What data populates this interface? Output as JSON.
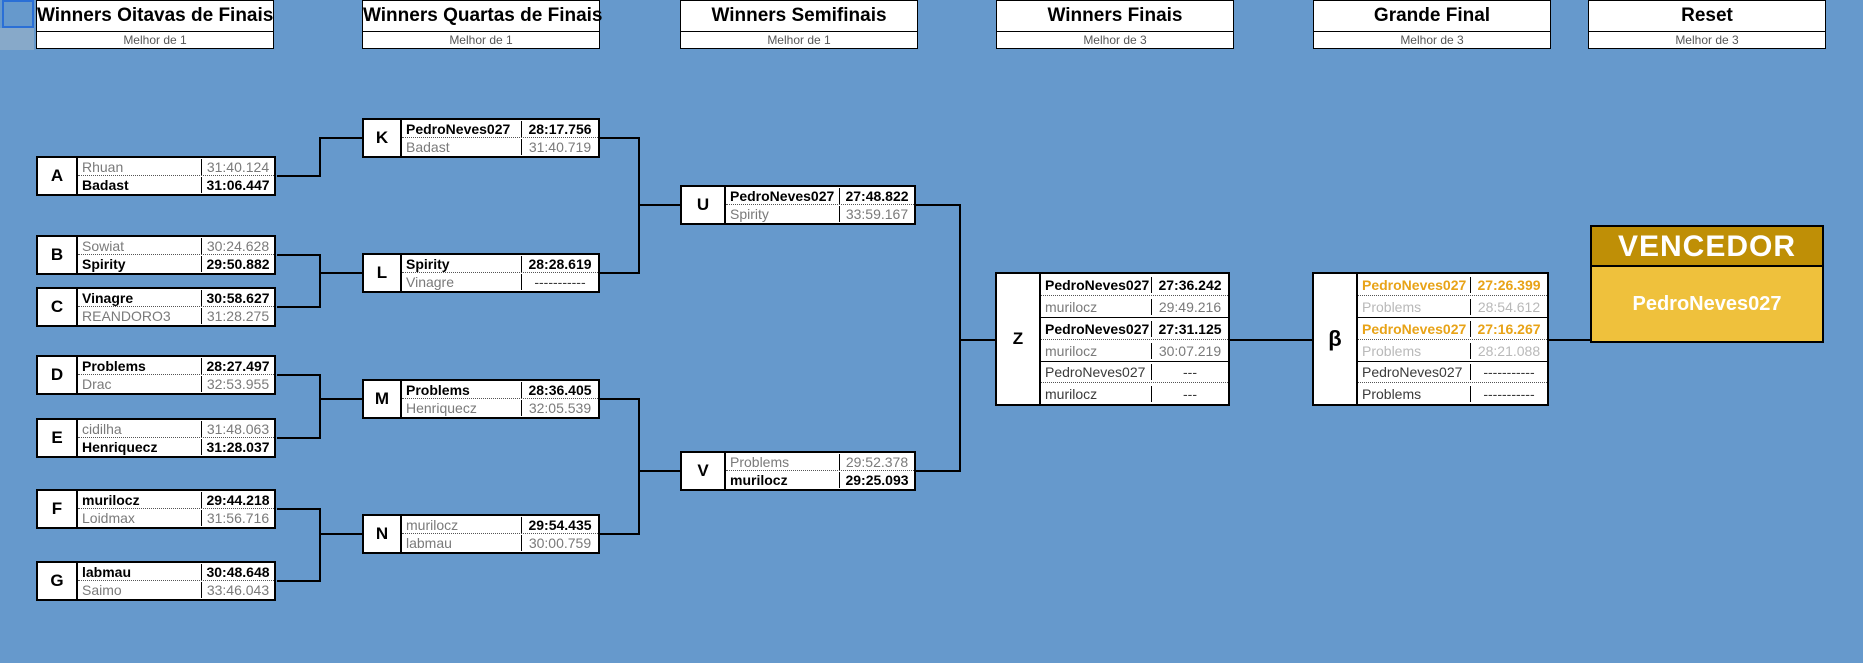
{
  "app": {
    "background_color": "#6699cc",
    "accent_gold": "#efc13c",
    "accent_gold_dark": "#bf8f06",
    "winner_text_color": "#e8a317"
  },
  "rounds": [
    {
      "title": "Winners Oitavas de Finais",
      "subtitle": "Melhor de 1"
    },
    {
      "title": "Winners Quartas de Finais",
      "subtitle": "Melhor de 1"
    },
    {
      "title": "Winners Semifinais",
      "subtitle": "Melhor de 1"
    },
    {
      "title": "Winners Finais",
      "subtitle": "Melhor de 3"
    },
    {
      "title": "Grande Final",
      "subtitle": "Melhor de 3"
    },
    {
      "title": "Reset",
      "subtitle": "Melhor de 3"
    }
  ],
  "matches": {
    "A": {
      "key": "A",
      "rows": [
        {
          "name": "Rhuan",
          "time": "31:40.124",
          "state": "lose"
        },
        {
          "name": "Badast",
          "time": "31:06.447",
          "state": "win"
        }
      ]
    },
    "B": {
      "key": "B",
      "rows": [
        {
          "name": "Sowiat",
          "time": "30:24.628",
          "state": "lose"
        },
        {
          "name": "Spirity",
          "time": "29:50.882",
          "state": "win"
        }
      ]
    },
    "C": {
      "key": "C",
      "rows": [
        {
          "name": "Vinagre",
          "time": "30:58.627",
          "state": "win"
        },
        {
          "name": "REANDORO3",
          "time": "31:28.275",
          "state": "lose"
        }
      ]
    },
    "D": {
      "key": "D",
      "rows": [
        {
          "name": "Problems",
          "time": "28:27.497",
          "state": "win"
        },
        {
          "name": "Drac",
          "time": "32:53.955",
          "state": "lose"
        }
      ]
    },
    "E": {
      "key": "E",
      "rows": [
        {
          "name": "cidilha",
          "time": "31:48.063",
          "state": "lose"
        },
        {
          "name": "Henriquecz",
          "time": "31:28.037",
          "state": "win"
        }
      ]
    },
    "F": {
      "key": "F",
      "rows": [
        {
          "name": "murilocz",
          "time": "29:44.218",
          "state": "win"
        },
        {
          "name": "Loidmax",
          "time": "31:56.716",
          "state": "lose"
        }
      ]
    },
    "G": {
      "key": "G",
      "rows": [
        {
          "name": "labmau",
          "time": "30:48.648",
          "state": "win"
        },
        {
          "name": "Saimo",
          "time": "33:46.043",
          "state": "lose"
        }
      ]
    },
    "K": {
      "key": "K",
      "rows": [
        {
          "name": "PedroNeves027",
          "time": "28:17.756",
          "state": "win"
        },
        {
          "name": "Badast",
          "time": "31:40.719",
          "state": "lose"
        }
      ]
    },
    "L": {
      "key": "L",
      "rows": [
        {
          "name": "Spirity",
          "time": "28:28.619",
          "state": "win"
        },
        {
          "name": "Vinagre",
          "time": "-----------",
          "state": "lose"
        }
      ]
    },
    "M": {
      "key": "M",
      "rows": [
        {
          "name": "Problems",
          "time": "28:36.405",
          "state": "win"
        },
        {
          "name": "Henriquecz",
          "time": "32:05.539",
          "state": "lose"
        }
      ]
    },
    "N": {
      "key": "N",
      "rows": [
        {
          "name": "murilocz",
          "time": "29:54.435",
          "state": "split"
        },
        {
          "name": "labmau",
          "time": "30:00.759",
          "state": "lose"
        }
      ]
    },
    "U": {
      "key": "U",
      "rows": [
        {
          "name": "PedroNeves027",
          "time": "27:48.822",
          "state": "win"
        },
        {
          "name": "Spirity",
          "time": "33:59.167",
          "state": "lose"
        }
      ]
    },
    "V": {
      "key": "V",
      "rows": [
        {
          "name": "Problems",
          "time": "29:52.378",
          "state": "lose"
        },
        {
          "name": "murilocz",
          "time": "29:25.093",
          "state": "win"
        }
      ]
    },
    "Z": {
      "key": "Z",
      "rows": [
        {
          "name": "PedroNeves027",
          "time": "27:36.242",
          "state": "win"
        },
        {
          "name": "murilocz",
          "time": "29:49.216",
          "state": "lose"
        },
        {
          "name": "PedroNeves027",
          "time": "27:31.125",
          "state": "win"
        },
        {
          "name": "murilocz",
          "time": "30:07.219",
          "state": "lose"
        },
        {
          "name": "PedroNeves027",
          "time": "---",
          "state": "plain"
        },
        {
          "name": "murilocz",
          "time": "---",
          "state": "plain"
        }
      ]
    },
    "BETA": {
      "key": "β",
      "rows": [
        {
          "name": "PedroNeves027",
          "time": "27:26.399",
          "state": "goldwin"
        },
        {
          "name": "Problems",
          "time": "28:54.612",
          "state": "goldlose"
        },
        {
          "name": "PedroNeves027",
          "time": "27:16.267",
          "state": "goldwin"
        },
        {
          "name": "Problems",
          "time": "28:21.088",
          "state": "goldlose"
        },
        {
          "name": "PedroNeves027",
          "time": "-----------",
          "state": "plain"
        },
        {
          "name": "Problems",
          "time": "-----------",
          "state": "plain"
        }
      ]
    }
  },
  "winner_panel": {
    "title": "VENCEDOR",
    "name": "PedroNeves027"
  }
}
